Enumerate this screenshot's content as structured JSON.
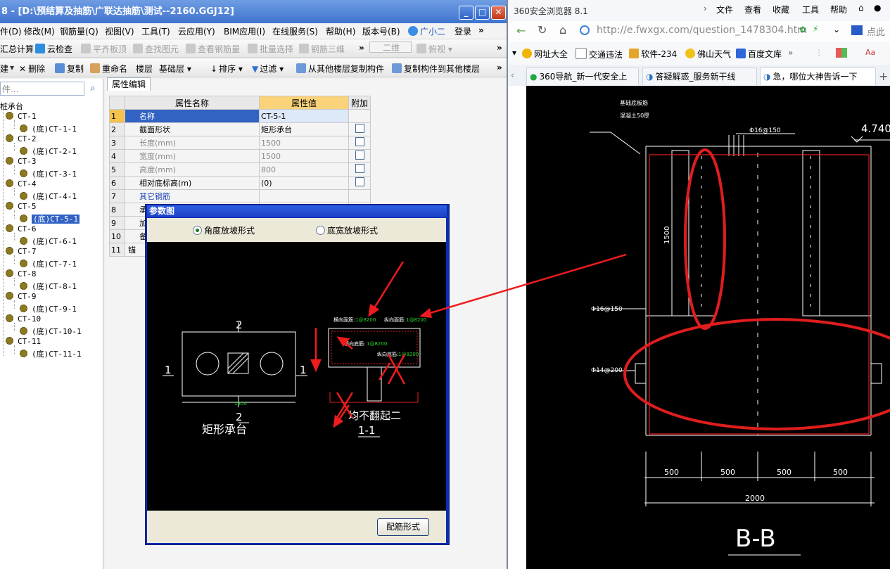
{
  "app": {
    "title": "8 - [D:\\预结算及抽筋\\广联达抽筋\\测试--2160.GGJ12]",
    "menu": [
      "件(D)",
      "修改(M)",
      "钢筋量(Q)",
      "视图(V)",
      "工具(T)",
      "云应用(Y)",
      "BIM应用(I)",
      "在线服务(S)",
      "帮助(H)",
      "版本号(B)",
      "广小二",
      "登录",
      "»"
    ],
    "toolbar1": {
      "items": [
        "汇总计算",
        "云检查",
        "平齐板顶",
        "查找图元",
        "查看钢筋量",
        "批量选择",
        "钢筋三维",
        "»"
      ],
      "view_mode": "二维",
      "view_angle": "俯视",
      "more": "»"
    },
    "toolbar2": {
      "items": [
        "建",
        "删除",
        "复制",
        "重命名",
        "楼层",
        "基础层",
        "排序",
        "过滤",
        "从其他楼层复制构件",
        "复制构件到其他楼层",
        "»"
      ]
    },
    "search_placeholder": "件...",
    "tree": {
      "root": "桩承台",
      "groups": [
        {
          "name": "CT-1",
          "child": "(底)CT-1-1"
        },
        {
          "name": "CT-2",
          "child": "(底)CT-2-1"
        },
        {
          "name": "CT-3",
          "child": "(底)CT-3-1"
        },
        {
          "name": "CT-4",
          "child": "(底)CT-4-1"
        },
        {
          "name": "CT-5",
          "child": "(底)CT-5-1"
        },
        {
          "name": "CT-6",
          "child": "(底)CT-6-1"
        },
        {
          "name": "CT-7",
          "child": "(底)CT-7-1"
        },
        {
          "name": "CT-8",
          "child": "(底)CT-8-1"
        },
        {
          "name": "CT-9",
          "child": "(底)CT-9-1"
        },
        {
          "name": "CT-10",
          "child": "(底)CT-10-1"
        },
        {
          "name": "CT-11",
          "child": "(底)CT-11-1"
        }
      ],
      "selected": "(底)CT-5-1"
    },
    "property_tab": "属性编辑",
    "grid": {
      "headers": [
        "属性名称",
        "属性值",
        "附加"
      ],
      "rows": [
        {
          "no": "1",
          "name": "名称",
          "value": "CT-5-1"
        },
        {
          "no": "2",
          "name": "截面形状",
          "value": "矩形承台"
        },
        {
          "no": "3",
          "name": "长度(mm)",
          "value": "1500"
        },
        {
          "no": "4",
          "name": "宽度(mm)",
          "value": "1500"
        },
        {
          "no": "5",
          "name": "高度(mm)",
          "value": "800"
        },
        {
          "no": "6",
          "name": "相对底标高(m)",
          "value": "(0)"
        },
        {
          "no": "7",
          "name": "其它钢筋",
          "value": ""
        },
        {
          "no": "8",
          "name": "承",
          "value": ""
        },
        {
          "no": "9",
          "name": "加",
          "value": ""
        },
        {
          "no": "10",
          "name": "备",
          "value": ""
        },
        {
          "no": "11",
          "name": "锚",
          "value": ""
        }
      ]
    },
    "dialog": {
      "title": "参数图",
      "radio1": "角度放坡形式",
      "radio2": "底宽放坡形式",
      "drawing": {
        "plan_label": "矩形承台",
        "section_mark": "2",
        "section_side": "1",
        "dim_bottom": "1800",
        "section_title": "1-1",
        "note": "均不翻起二",
        "rebar_top1": "横向面筋:",
        "rebar_top2": "纵向面筋:",
        "rebar_bot1": "横向底筋:",
        "rebar_bot2": "纵向底筋:",
        "rebar_spec": "1@8200"
      },
      "button": "配筋形式"
    }
  },
  "browser": {
    "title": "360安全浏览器 8.1",
    "menu": [
      "文件",
      "查看",
      "收藏",
      "工具",
      "帮助"
    ],
    "address": "http://e.fwxgx.com/question_1478304.htm",
    "search_hint": "点此",
    "favorites": [
      "网址大全",
      "交通违法",
      "软件-234",
      "佛山天气",
      "百度文库",
      "»"
    ],
    "tabs": [
      "360导航_新一代安全上",
      "答疑解惑_服务新干线",
      "急，哪位大神告诉一下"
    ],
    "drawing": {
      "elevation": "4.740",
      "note_line1": "基础底板筋",
      "note_line2": "混凝土50厚",
      "rebar_top": "Φ16@150",
      "rebar_left": "Φ16@150",
      "rebar_side": "Φ14@200",
      "height_dim": "1500",
      "dims": [
        "500",
        "500",
        "500",
        "500"
      ],
      "total": "2000",
      "section": "B-B"
    }
  }
}
